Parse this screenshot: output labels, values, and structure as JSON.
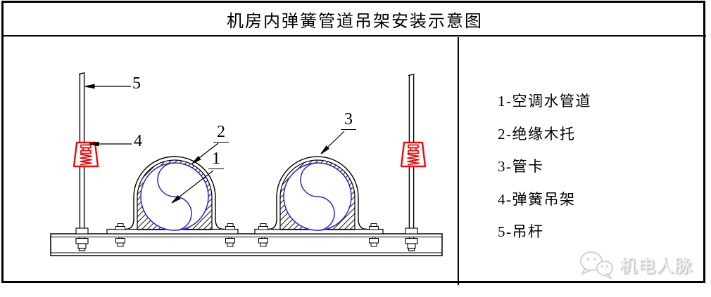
{
  "title": "机房内弹簧管道吊架安装示意图",
  "legend": {
    "items": [
      "1-空调水管道",
      "2-绝缘木托",
      "3-管卡",
      "4-弹簧吊架",
      "5-吊杆"
    ]
  },
  "diagram": {
    "callouts": {
      "pipe": "1",
      "wood_support": "2",
      "pipe_clamp": "3",
      "spring_hanger": "4",
      "hanger_rod": "5"
    },
    "colors": {
      "line": "#000000",
      "pipe_outline": "#2929c8",
      "spring_hanger": "#dd1111"
    },
    "icons": {
      "spring_hanger": "spring-hanger-icon",
      "arrowheads": "leader-arrow-icon"
    }
  },
  "watermark": {
    "text": "机电人脉",
    "logo": "wechat-bubbles-icon"
  }
}
